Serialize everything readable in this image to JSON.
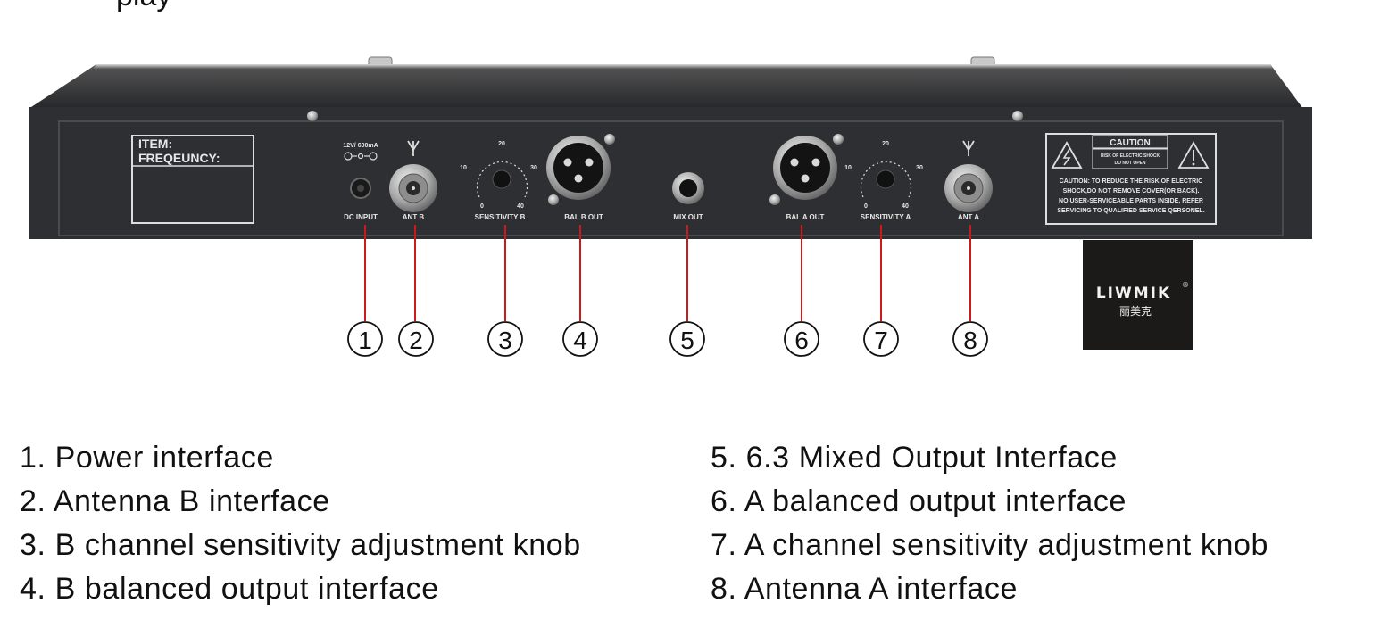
{
  "top_fragment": "play",
  "panel": {
    "item_label": "ITEM:",
    "frequency_label": "FREQEUNCY:",
    "dc_rating": "12V/ 600mA",
    "dc_input": "DC INPUT",
    "ant_b": "ANT B",
    "sensitivity_b": "SENSITIVITY B",
    "bal_b_out": "BAL B OUT",
    "mix_out": "MIX OUT",
    "bal_a_out": "BAL A OUT",
    "sensitivity_a": "SENSITIVITY A",
    "ant_a": "ANT A",
    "scale": [
      "0",
      "10",
      "20",
      "30",
      "40"
    ],
    "caution_title": "CAUTION",
    "caution_sub1": "RISK OF ELECTRIC SHOCK",
    "caution_sub2": "DO NOT OPEN",
    "caution_lines": [
      "CAUTION: TO REDUCE THE RISK OF ELECTRIC",
      "SHOCK,DO NOT REMOVE COVER(OR BACK).",
      "NO USER-SERVICEABLE PARTS INSIDE, REFER",
      "SERVICING TO QUALIFIED SERVICE QERSONEL."
    ]
  },
  "logo": {
    "name": "LIWMIK",
    "reg": "®",
    "chinese": "丽美克"
  },
  "markers": [
    "①",
    "②",
    "③",
    "④",
    "⑤",
    "⑥",
    "⑦",
    "⑧"
  ],
  "colors": {
    "panel": "#2e2f32",
    "leader": "#d01818",
    "logo_bg": "#1b1a19"
  },
  "legend": {
    "left": [
      "1. Power interface",
      "2. Antenna B interface",
      "3. B channel sensitivity adjustment knob",
      "4. B balanced output interface"
    ],
    "right": [
      "5. 6.3 Mixed Output Interface",
      "6. A balanced output interface",
      "7. A channel sensitivity adjustment knob",
      "8. Antenna A interface"
    ]
  }
}
